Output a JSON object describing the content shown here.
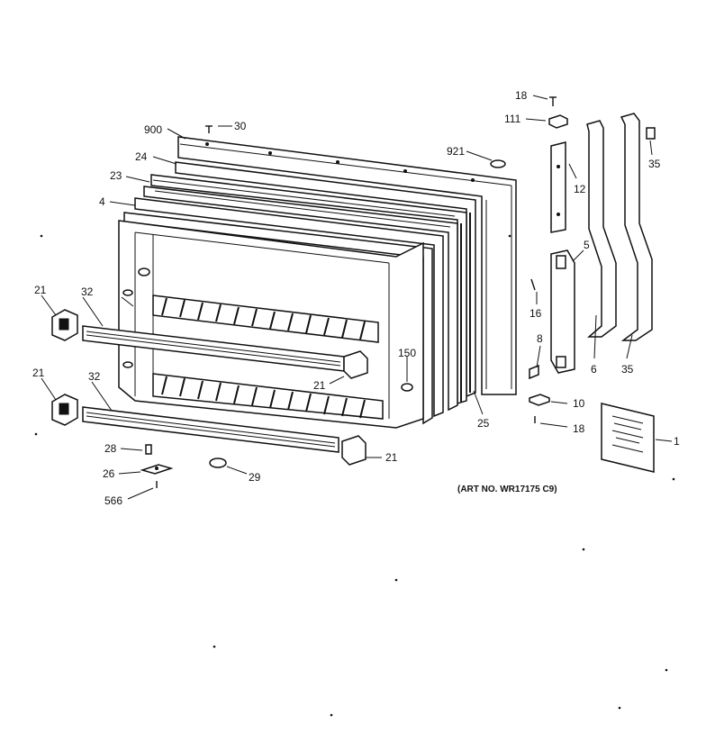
{
  "labels": {
    "l900": "900",
    "l30": "30",
    "l24": "24",
    "l23": "23",
    "l4": "4",
    "l921": "921",
    "l18a": "18",
    "l111": "111",
    "l12": "12",
    "l35a": "35",
    "l5": "5",
    "l16": "16",
    "l8": "8",
    "l6": "6",
    "l35b": "35",
    "l10": "10",
    "l18b": "18",
    "l1": "1",
    "l21a": "21",
    "l32a": "32",
    "l21b": "21",
    "l32b": "32",
    "l150": "150",
    "l21c": "21",
    "l25": "25",
    "l28": "28",
    "l26": "26",
    "l566": "566",
    "l29": "29",
    "l21d": "21"
  },
  "art_number": "(ART NO. WR17175 C9)"
}
